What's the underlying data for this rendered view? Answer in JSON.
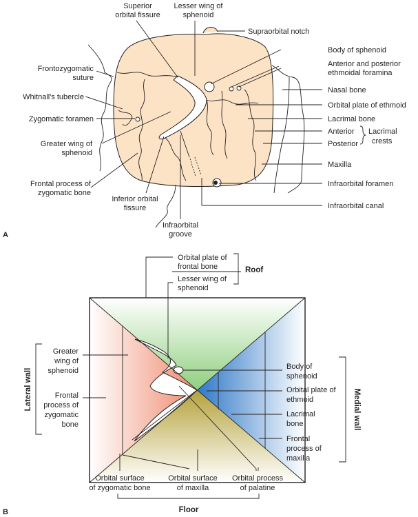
{
  "panel_a": {
    "letter": "A",
    "labels": {
      "superior_orbital_fissure_1": "Superior",
      "superior_orbital_fissure_2": "orbital fissure",
      "lesser_wing_1": "Lesser wing of",
      "lesser_wing_2": "sphenoid",
      "supraorbital_notch": "Supraorbital notch",
      "body_of_sphenoid": "Body of sphenoid",
      "ethmoidal_foramina_1": "Anterior and posterior",
      "ethmoidal_foramina_2": "ethmoidal foramina",
      "nasal_bone": "Nasal bone",
      "orbital_plate_ethmoid": "Orbital plate of ethmoid",
      "lacrimal_bone": "Lacrimal bone",
      "anterior": "Anterior",
      "posterior": "Posterior",
      "lacrimal_crests_1": "Lacrimal",
      "lacrimal_crests_2": "crests",
      "maxilla": "Maxilla",
      "infraorbital_foramen": "Infraorbital foramen",
      "infraorbital_canal": "Infraorbital canal",
      "infraorbital_groove_1": "Infraorbital",
      "infraorbital_groove_2": "groove",
      "inferior_orbital_fissure_1": "Inferior orbital",
      "inferior_orbital_fissure_2": "fissure",
      "frontal_process_zygomatic_1": "Frontal process of",
      "frontal_process_zygomatic_2": "zygomatic bone",
      "greater_wing_1": "Greater wing of",
      "greater_wing_2": "sphenoid",
      "zygomatic_foramen": "Zygomatic foramen",
      "whitnalls_tubercle": "Whitnall's tubercle",
      "frontozygomatic_1": "Frontozygomatic",
      "frontozygomatic_2": "suture"
    }
  },
  "panel_b": {
    "letter": "B",
    "labels": {
      "orbital_plate_frontal_1": "Orbital plate of",
      "orbital_plate_frontal_2": "frontal bone",
      "lesser_wing_1": "Lesser wing of",
      "lesser_wing_2": "sphenoid",
      "roof": "Roof",
      "greater_wing_1": "Greater",
      "greater_wing_2": "wing of",
      "greater_wing_3": "sphenoid",
      "frontal_process_zyg_1": "Frontal",
      "frontal_process_zyg_2": "process of",
      "frontal_process_zyg_3": "zygomatic",
      "frontal_process_zyg_4": "bone",
      "lateral_wall": "Lateral wall",
      "body_sphenoid_1": "Body of",
      "body_sphenoid_2": "sphenoid",
      "orbital_plate_ethmoid_1": "Orbital plate of",
      "orbital_plate_ethmoid_2": "ethmoid",
      "lacrimal_1": "Lacrimal",
      "lacrimal_2": "bone",
      "frontal_process_max_1": "Frontal",
      "frontal_process_max_2": "process of",
      "frontal_process_max_3": "maxilla",
      "medial_wall": "Medial wall",
      "orbital_surface_zyg_1": "Orbital surface",
      "orbital_surface_zyg_2": "of zygomatic bone",
      "orbital_surface_max_1": "Orbital surface",
      "orbital_surface_max_2": "of maxilla",
      "orbital_process_pal_1": "Orbital process",
      "orbital_process_pal_2": "of palatine",
      "floor": "Floor"
    }
  },
  "colors": {
    "bone_fill": "#fce3c6",
    "roof_green": "#8fcf7f",
    "lateral_red": "#f08a6e",
    "medial_blue": "#3f86d1",
    "floor_olive": "#bfae3e"
  }
}
